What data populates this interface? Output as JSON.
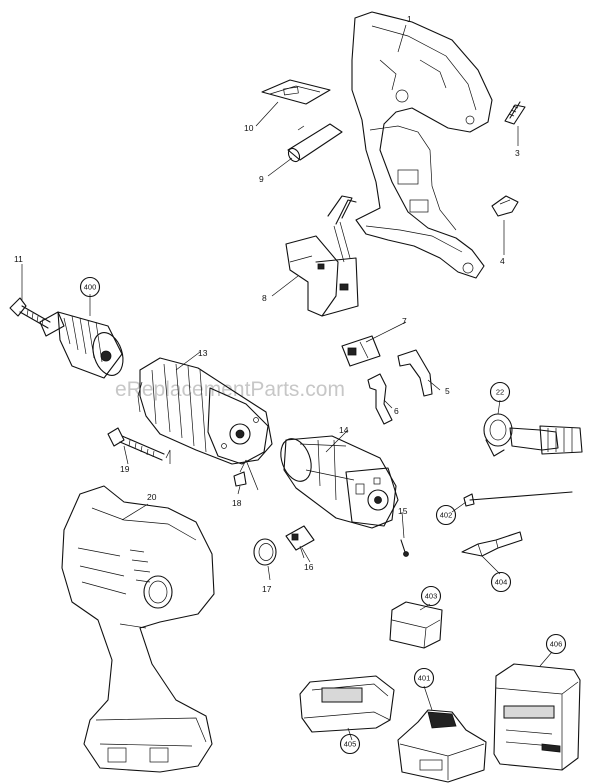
{
  "watermark": "eReplacementParts.com",
  "labels": {
    "p1": "1",
    "p3": "3",
    "p4": "4",
    "p5": "5",
    "p6": "6",
    "p7": "7",
    "p8": "8",
    "p9": "9",
    "p10": "10",
    "p11": "11",
    "p13": "13",
    "p14": "14",
    "p15": "15",
    "p16": "16",
    "p17": "17",
    "p18": "18",
    "p19": "19",
    "p20": "20"
  },
  "circled_labels": {
    "c22": "22",
    "c400": "400",
    "c401": "401",
    "c402": "402",
    "c403": "403",
    "c404": "404",
    "c405": "405",
    "c406": "406"
  }
}
